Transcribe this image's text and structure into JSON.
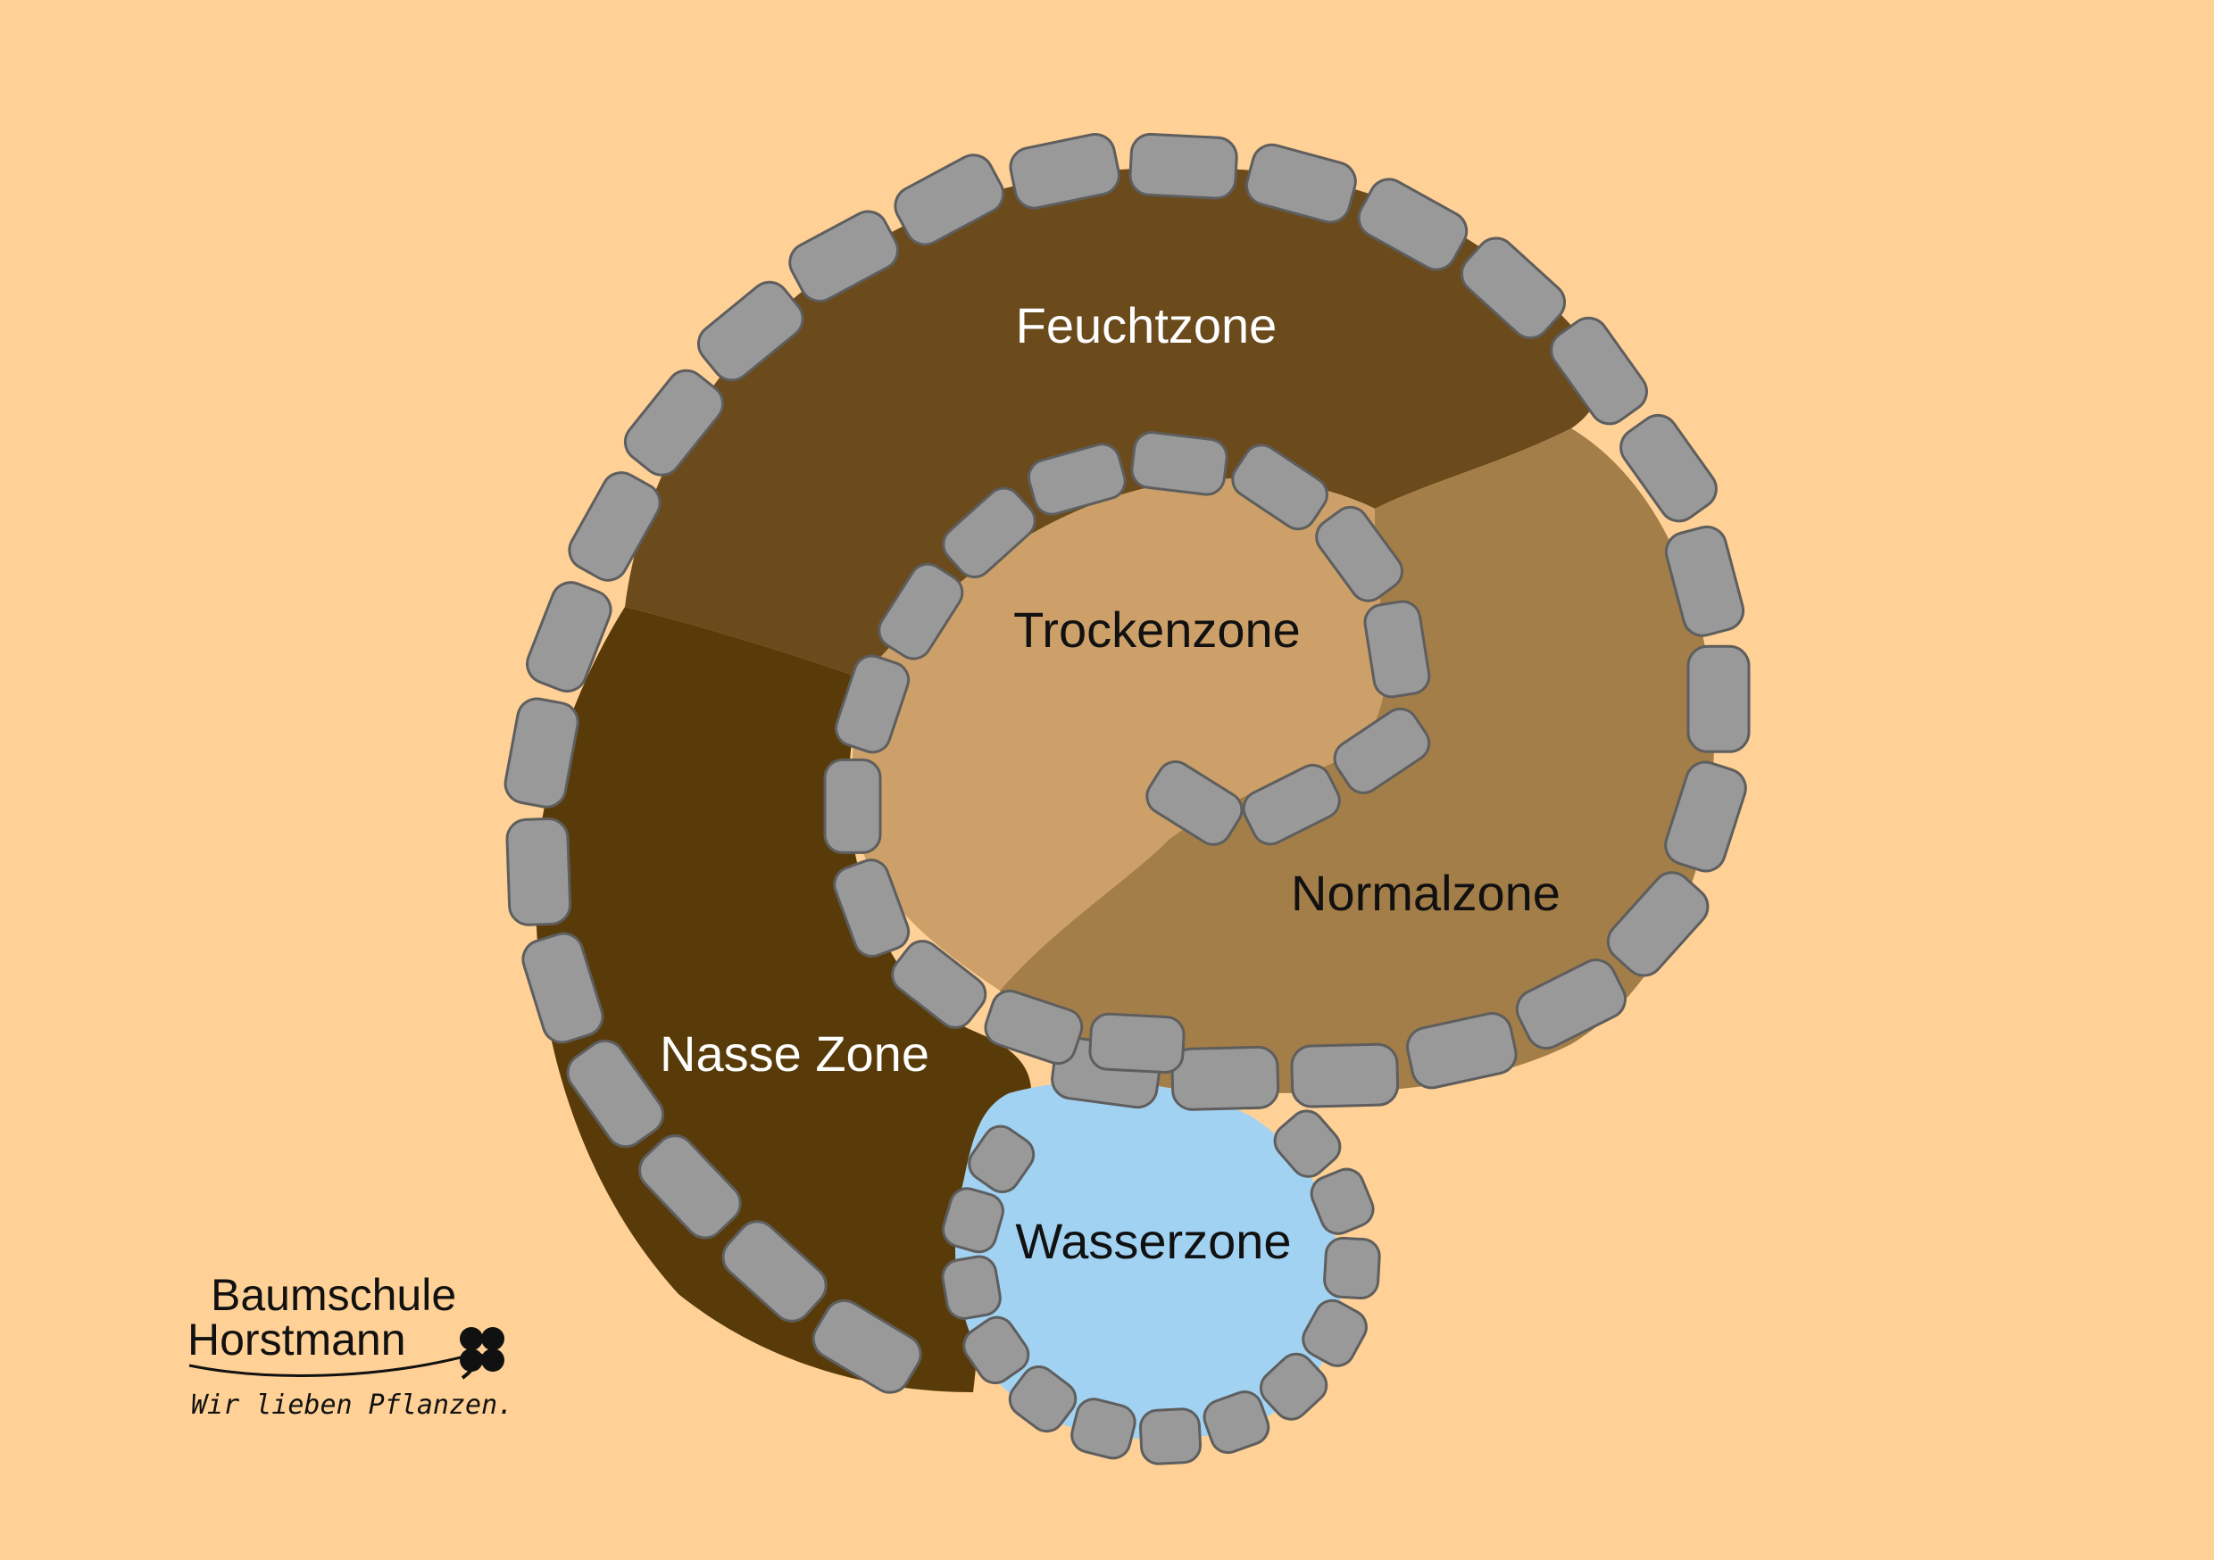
{
  "diagram": {
    "background_color": "#FFD196",
    "zones": [
      {
        "id": "feucht",
        "label": "Feuchtzone",
        "fill": "#6B4A1C",
        "label_color": "#FFFFFF"
      },
      {
        "id": "nass",
        "label": "Nasse Zone",
        "fill": "#583B08",
        "label_color": "#FFFFFF"
      },
      {
        "id": "normal",
        "label": "Normalzone",
        "fill": "#A37E48",
        "label_color": "#111111"
      },
      {
        "id": "trocken",
        "label": "Trockenzone",
        "fill": "#CCA068",
        "label_color": "#111111"
      },
      {
        "id": "wasser",
        "label": "Wasserzone",
        "fill": "#A2D2F2",
        "label_color": "#111111"
      }
    ],
    "stone_color": "#999999",
    "stone_outline": "#5E5E5E"
  },
  "logo": {
    "line1": "Baumschule",
    "line2": "Horstmann",
    "slogan": "Wir lieben Pflanzen.",
    "icon": "clover-icon"
  }
}
